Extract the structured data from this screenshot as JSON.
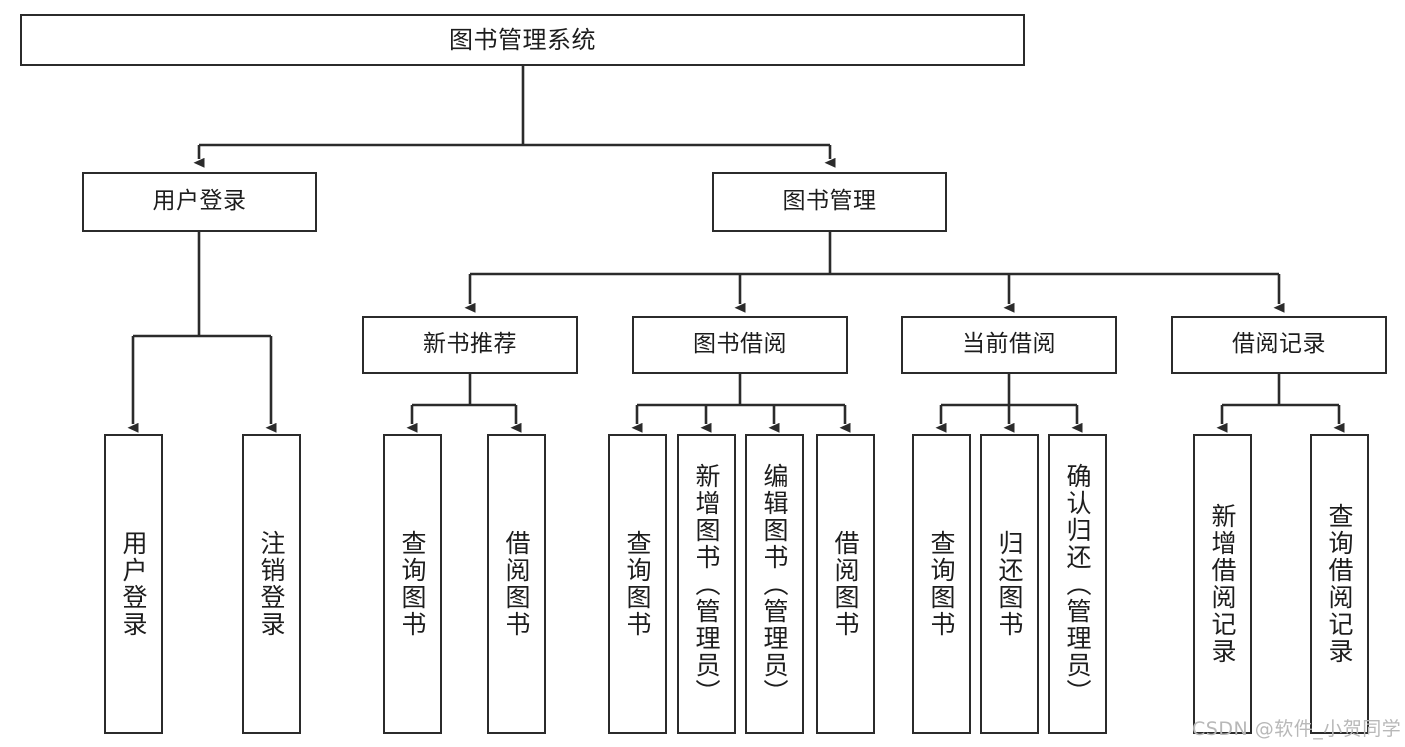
{
  "diagram": {
    "title": "图书管理系统",
    "watermark": "CSDN @软件_小贺同学",
    "colors": {
      "stroke": "#2b2b2b",
      "fill": "#ffffff",
      "text": "#1d1d1d",
      "watermark": "#b8b8b8"
    },
    "nodes": {
      "root": {
        "label": "图书管理系统"
      },
      "level1": [
        {
          "label": "用户登录"
        },
        {
          "label": "图书管理"
        }
      ],
      "level2": [
        {
          "label": "新书推荐"
        },
        {
          "label": "图书借阅"
        },
        {
          "label": "当前借阅"
        },
        {
          "label": "借阅记录"
        }
      ],
      "leaves": {
        "user_login": [
          {
            "label": "用户登录"
          },
          {
            "label": "注销登录"
          }
        ],
        "new_book": [
          {
            "label": "查询图书"
          },
          {
            "label": "借阅图书"
          }
        ],
        "book_borrow": [
          {
            "label": "查询图书"
          },
          {
            "label": "新增图书（管理员）"
          },
          {
            "label": "编辑图书（管理员）"
          },
          {
            "label": "借阅图书"
          }
        ],
        "current_borrow": [
          {
            "label": "查询图书"
          },
          {
            "label": "归还图书"
          },
          {
            "label": "确认归还（管理员）"
          }
        ],
        "borrow_record": [
          {
            "label": "新增借阅记录"
          },
          {
            "label": "查询借阅记录"
          }
        ]
      }
    }
  }
}
